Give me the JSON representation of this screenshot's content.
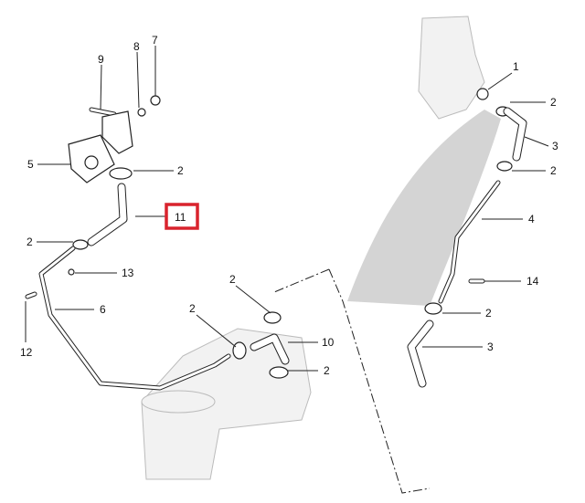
{
  "diagram": {
    "title": "Oil cooler hose and pipe assembly",
    "highlight_color": "#d9232d",
    "highlighted_part": "11",
    "callouts": {
      "c7": "7",
      "c8": "8",
      "c9": "9",
      "c5": "5",
      "c2a": "2",
      "c11": "11",
      "c2b": "2",
      "c13": "13",
      "c6": "6",
      "c12": "12",
      "c2c": "2",
      "c2d": "2",
      "c10": "10",
      "c2e": "2",
      "c1": "1",
      "c2f": "2",
      "c3a": "3",
      "c2g": "2",
      "c4": "4",
      "c14": "14",
      "c2h": "2",
      "c3b": "3"
    }
  }
}
